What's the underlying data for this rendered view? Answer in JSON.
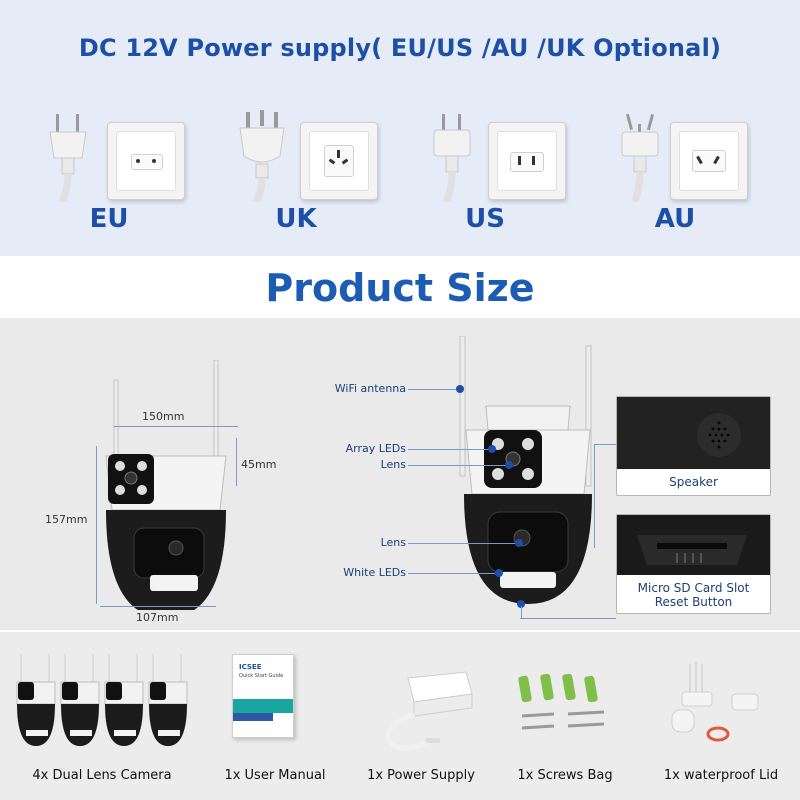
{
  "power": {
    "title": "DC 12V Power supply( EU/US /AU /UK Optional)",
    "plugs": [
      {
        "label": "EU"
      },
      {
        "label": "UK"
      },
      {
        "label": "US"
      },
      {
        "label": "AU"
      }
    ]
  },
  "product_size": {
    "title": "Product Size",
    "dimensions": {
      "width": "150mm",
      "top_height": "45mm",
      "total_height": "157mm",
      "base_width": "107mm"
    },
    "callouts": {
      "wifi_antenna": "WiFi antenna",
      "array_leds": "Array LEDs",
      "lens_top": "Lens",
      "lens_bottom": "Lens",
      "white_leds": "White LEDs"
    },
    "features": {
      "speaker": "Speaker",
      "sd_slot": "Micro SD Card Slot",
      "reset": "Reset Button"
    }
  },
  "package": {
    "items": [
      {
        "label": "4x Dual Lens Camera"
      },
      {
        "label": "1x User Manual"
      },
      {
        "label": "1x Power Supply"
      },
      {
        "label": "1x Screws Bag"
      },
      {
        "label": "1x waterproof Lid"
      }
    ],
    "manual_brand": "ICSEE",
    "manual_subtitle": "Quick Start Guide"
  },
  "colors": {
    "title_blue": "#1d4fa6",
    "top_bg": "#e6ecf7",
    "section_bg": "#eaeaea"
  }
}
